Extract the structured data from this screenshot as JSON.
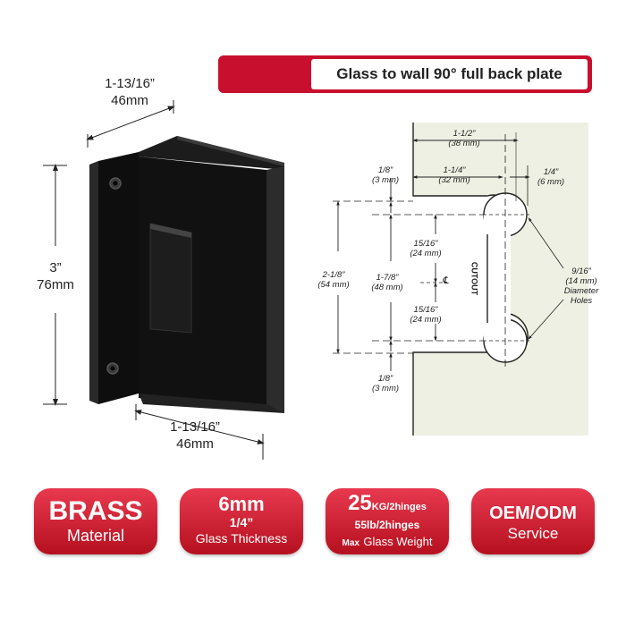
{
  "title": "Glass to wall 90° full back plate",
  "left_dims": {
    "top_width": "1-13/16”",
    "top_width_mm": "46mm",
    "height": "3”",
    "height_mm": "76mm",
    "bottom_width": "1-13/16”",
    "bottom_width_mm": "46mm"
  },
  "cutout": {
    "label": "CUTOUT",
    "centerline": "℄",
    "d_1_1_2": "1-1/2”",
    "d_1_1_2_mm": "(38 mm)",
    "d_1_1_4": "1-1/4”",
    "d_1_1_4_mm": "(32 mm)",
    "d_1_4": "1/4”",
    "d_1_4_mm": "(6 mm)",
    "d_1_8_top": "1/8”",
    "d_1_8_top_mm": "(3 mm)",
    "d_2_1_8": "2-1/8”",
    "d_2_1_8_mm": "(54 mm)",
    "d_1_7_8": "1-7/8”",
    "d_1_7_8_mm": "(48 mm)",
    "d_15_16_a": "15/16”",
    "d_15_16_a_mm": "(24 mm)",
    "d_15_16_b": "15/16”",
    "d_15_16_b_mm": "(24 mm)",
    "d_9_16": "9/16”",
    "d_9_16_mm": "(14 mm)",
    "d_9_16_l1": "Diameter",
    "d_9_16_l2": "Holes",
    "d_1_8_bottom": "1/8”",
    "d_1_8_bottom_mm": "(3 mm)"
  },
  "badges": [
    {
      "big": "BRASS",
      "small": "Material"
    },
    {
      "big": "6mm",
      "mid": "1/4”",
      "small": "Glass Thickness"
    },
    {
      "big": "25",
      "unit": "KG/2hinges",
      "mid": "55lb/2hinges",
      "prefix": "Max",
      "small": "Glass Weight"
    },
    {
      "big": "OEM/ODM",
      "small": "Service"
    }
  ],
  "colors": {
    "accent": "#c8102e",
    "panel": "#eef0e3",
    "hinge": "#111111"
  }
}
